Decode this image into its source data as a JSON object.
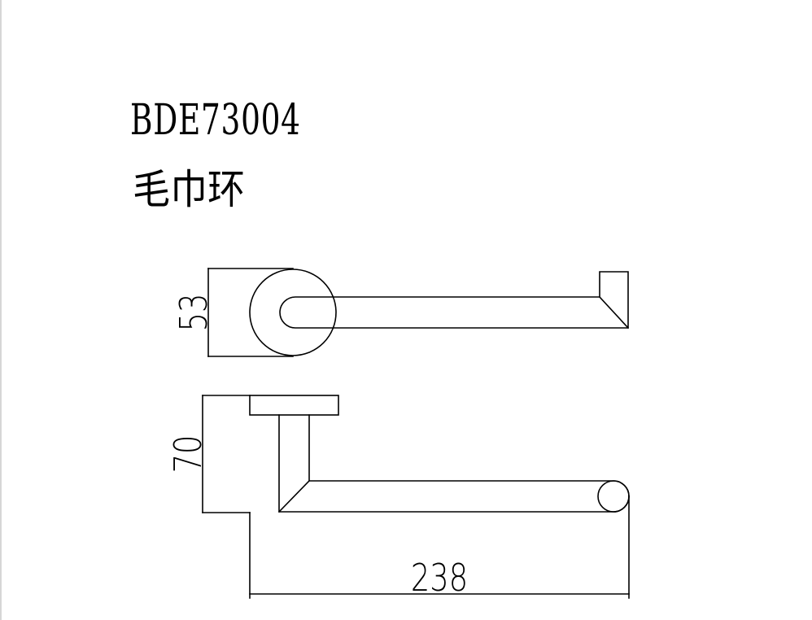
{
  "header": {
    "model_code": "BDE73004",
    "product_name": "毛巾环"
  },
  "dimensions": {
    "diameter": "53",
    "projection": "70",
    "length": "238"
  }
}
